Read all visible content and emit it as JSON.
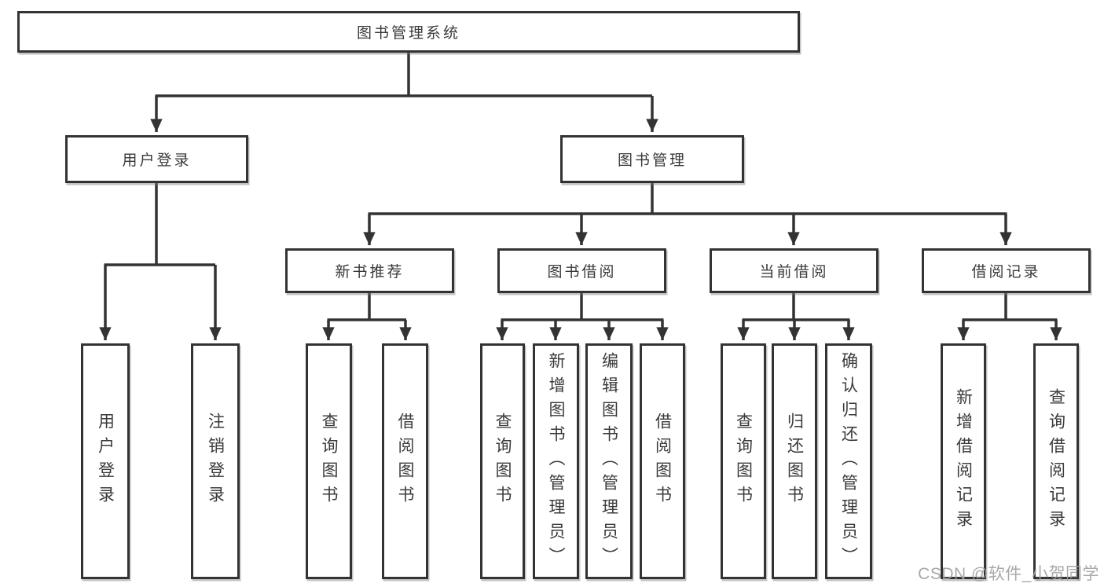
{
  "diagram_title": "图书管理系统",
  "colors": {
    "line": "#333333",
    "box_border": "#333333",
    "text": "#3a3a3a",
    "watermark_text": "#9f9f9f",
    "background": "#ffffff"
  },
  "nodes": {
    "root": "图书管理系统",
    "user_login": "用户登录",
    "book_management": "图书管理",
    "new_book_recommend": "新书推荐",
    "book_borrow": "图书借阅",
    "current_borrow": "当前借阅",
    "borrow_record": "借阅记录",
    "leaf_user_login": "用户登录",
    "leaf_logout": "注销登录",
    "leaf_rec_query_book": "查询图书",
    "leaf_rec_borrow_book": "借阅图书",
    "leaf_bb_query_book": "查询图书",
    "leaf_bb_add_book": "新增图书（管理员）",
    "leaf_bb_edit_book": "编辑图书（管理员）",
    "leaf_bb_borrow_book": "借阅图书",
    "leaf_cb_query_book": "查询图书",
    "leaf_cb_return_book": "归还图书",
    "leaf_cb_confirm_return": "确认归还（管理员）",
    "leaf_br_add_record": "新增借阅记录",
    "leaf_br_query_record": "查询借阅记录"
  },
  "hierarchy": {
    "图书管理系统": {
      "用户登录": [
        "用户登录",
        "注销登录"
      ],
      "图书管理": {
        "新书推荐": [
          "查询图书",
          "借阅图书"
        ],
        "图书借阅": [
          "查询图书",
          "新增图书（管理员）",
          "编辑图书（管理员）",
          "借阅图书"
        ],
        "当前借阅": [
          "查询图书",
          "归还图书",
          "确认归还（管理员）"
        ],
        "借阅记录": [
          "新增借阅记录",
          "查询借阅记录"
        ]
      }
    }
  },
  "watermark": "CSDN @软件_小贺同学"
}
